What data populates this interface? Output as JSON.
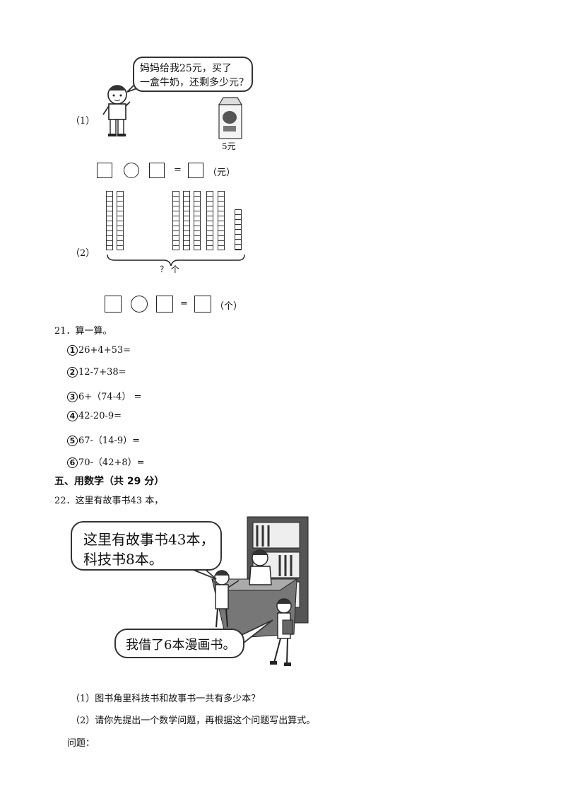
{
  "q20": {
    "part1": {
      "label": "（1）",
      "bubble_line1": "妈妈给我25元，买了",
      "bubble_line2": "一盒牛奶，还剩多少元？",
      "price": "5元",
      "equals": "=",
      "unit": "（元）"
    },
    "part2": {
      "label": "（2）",
      "brace_label": "？ 个",
      "equals": "=",
      "unit": "（个）",
      "groups": [
        2,
        5,
        1
      ]
    }
  },
  "q21": {
    "title": "21．算一算。",
    "items": [
      {
        "num": "1",
        "expr": "26+4+53="
      },
      {
        "num": "2",
        "expr": "12-7+38="
      },
      {
        "num": "3",
        "expr": "6+（74-4） ="
      },
      {
        "num": "4",
        "expr": "42-20-9="
      },
      {
        "num": "5",
        "expr": "67-（14-9）="
      },
      {
        "num": "6",
        "expr": "70-（42+8）="
      }
    ]
  },
  "section5": {
    "heading": "五、用数学（共 29 分）"
  },
  "q22": {
    "title": "22．这里有故事书43 本，",
    "bubble1_line1": "这里有故事书43本，",
    "bubble1_line2": "科技书8本。",
    "bubble2": "我借了6本漫画书。",
    "sub1": "（1）图书角里科技书和故事书一共有多少本？",
    "sub2": "（2）请你先提出一个数学问题，再根据这个问题写出算式。",
    "question_label": "问题："
  }
}
